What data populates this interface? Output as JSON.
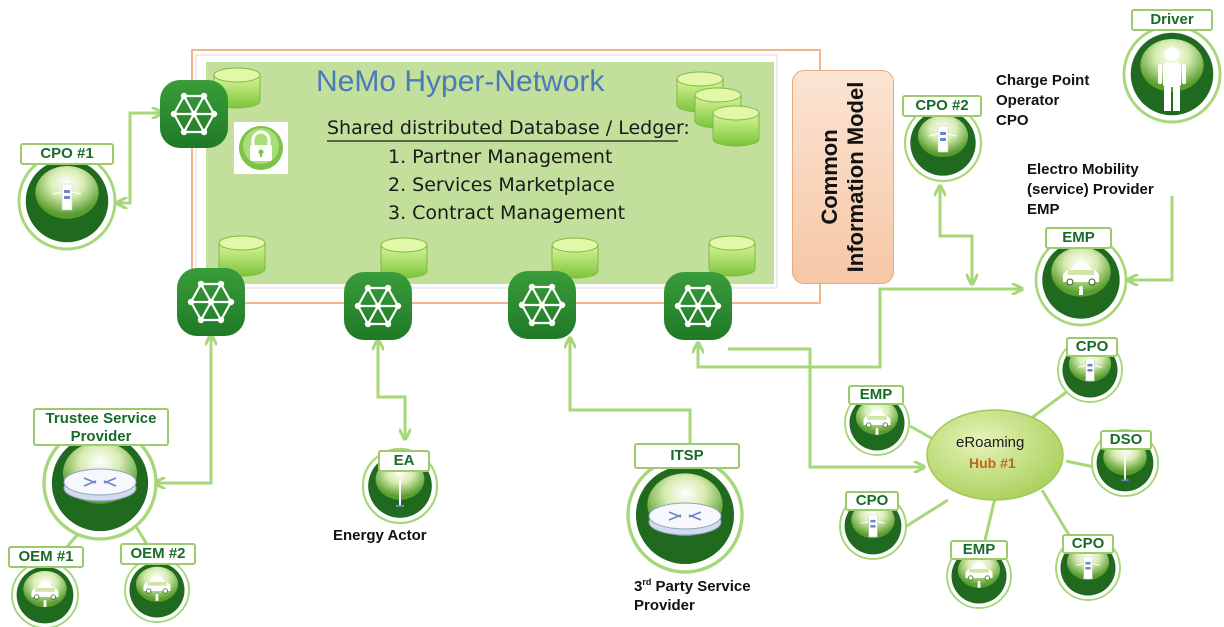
{
  "hyper_network": {
    "title": "NeMo Hyper-Network",
    "ledger_heading": "Shared distributed Database / Ledger:",
    "items": [
      "1.   Partner Management",
      "2.   Services Marketplace",
      "3.   Contract Management"
    ]
  },
  "common_information_model": {
    "text": "Common Information Model"
  },
  "labels": {
    "cpo1": "CPO #1",
    "cpo2": "CPO #2",
    "driver": "Driver",
    "emp_main": "EMP",
    "trustee": "Trustee Service Provider",
    "oem1": "OEM #1",
    "oem2": "OEM #2",
    "ea": "EA",
    "itsp": "ITSP",
    "hub_emp_left": "EMP",
    "hub_cpo_top": "CPO",
    "hub_dso": "DSO",
    "hub_cpo_left": "CPO",
    "hub_emp_bottom": "EMP",
    "hub_cpo_bottom": "CPO"
  },
  "captions": {
    "cpo_desc_1": "Charge Point",
    "cpo_desc_2": "Operator",
    "cpo_desc_3": "CPO",
    "emp_desc_1": "Electro Mobility",
    "emp_desc_2": "(service) Provider",
    "emp_desc_3": "EMP",
    "energy_actor": "Energy Actor",
    "third_party_prefix": "3",
    "third_party_sup": "rd",
    "third_party_rest": " Party Service",
    "third_party_line2": "Provider"
  },
  "hub": {
    "line1": "eRoaming",
    "line2": "Hub #1"
  },
  "colors": {
    "network_green": "#c3df9c",
    "node_green": "#2e8b2e",
    "connector": "#a8d77a",
    "frame": "#f2b48c",
    "hub_fill": "#c9e38c",
    "hub_accent": "#c0651a"
  },
  "icons": [
    "network-node-icon",
    "database-icon",
    "lock-icon",
    "charging-station-icon",
    "car-icon",
    "person-icon",
    "router-icon",
    "wind-turbine-icon"
  ]
}
